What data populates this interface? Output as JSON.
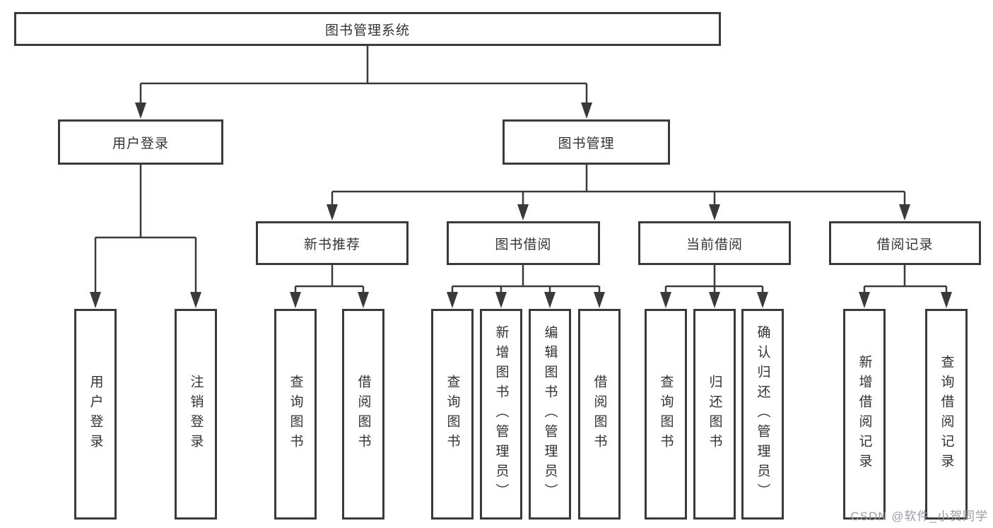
{
  "colors": {
    "line": "#3a3a3a",
    "text": "#333333",
    "background": "#ffffff",
    "watermark": "#9b9ba3"
  },
  "watermark": {
    "text": "CSDN @软件_小贺同学"
  },
  "tree": {
    "root": {
      "label": "图书管理系统",
      "children": [
        {
          "label": "用户登录",
          "children": [
            {
              "label": "用户登录"
            },
            {
              "label": "注销登录"
            }
          ]
        },
        {
          "label": "图书管理",
          "children": [
            {
              "label": "新书推荐",
              "children": [
                {
                  "label": "查询图书"
                },
                {
                  "label": "借阅图书"
                }
              ]
            },
            {
              "label": "图书借阅",
              "children": [
                {
                  "label": "查询图书"
                },
                {
                  "label": "新增图书（管理员）"
                },
                {
                  "label": "编辑图书（管理员）"
                },
                {
                  "label": "借阅图书"
                }
              ]
            },
            {
              "label": "当前借阅",
              "children": [
                {
                  "label": "查询图书"
                },
                {
                  "label": "归还图书"
                },
                {
                  "label": "确认归还（管理员）"
                }
              ]
            },
            {
              "label": "借阅记录",
              "children": [
                {
                  "label": "新增借阅记录"
                },
                {
                  "label": "查询借阅记录"
                }
              ]
            }
          ]
        }
      ]
    }
  }
}
